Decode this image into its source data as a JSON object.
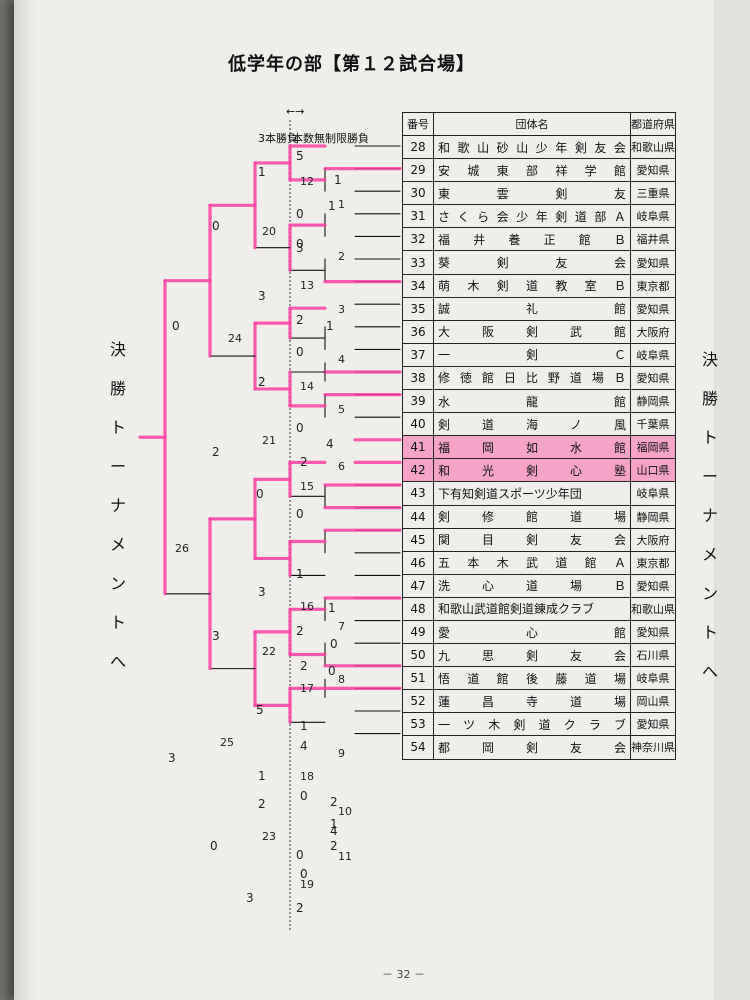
{
  "title": "低学年の部【第１２試合場】",
  "headers": {
    "three_bout": "3本勝負",
    "unlimited": "本数無制限勝負",
    "arrows": "←→"
  },
  "table_headers": {
    "num": "番号",
    "team": "団体名",
    "pref": "都道府県"
  },
  "teams": [
    {
      "num": "28",
      "name": "和 歌 山 砂 山 少 年 剣 友 会",
      "pref": "和歌山県",
      "hl": false
    },
    {
      "num": "29",
      "name": "安 城 東 部 祥 学 館",
      "pref": "愛知県",
      "hl": false
    },
    {
      "num": "30",
      "name": "東 雲 剣 友",
      "pref": "三重県",
      "hl": false
    },
    {
      "num": "31",
      "name": "さ く ら 会 少 年 剣 道 部 Ａ",
      "pref": "岐阜県",
      "hl": false
    },
    {
      "num": "32",
      "name": "福 井 養 正 館 Ｂ",
      "pref": "福井県",
      "hl": false
    },
    {
      "num": "33",
      "name": "葵 剣 友 会",
      "pref": "愛知県",
      "hl": false
    },
    {
      "num": "34",
      "name": "萌 木 剣 道 教 室 Ｂ",
      "pref": "東京都",
      "hl": false
    },
    {
      "num": "35",
      "name": "誠 礼 館",
      "pref": "愛知県",
      "hl": false
    },
    {
      "num": "36",
      "name": "大 阪 剣 武 館",
      "pref": "大阪府",
      "hl": false
    },
    {
      "num": "37",
      "name": "一 剣 Ｃ",
      "pref": "岐阜県",
      "hl": false
    },
    {
      "num": "38",
      "name": "修 徳 館 日 比 野 道 場 Ｂ",
      "pref": "愛知県",
      "hl": false
    },
    {
      "num": "39",
      "name": "水 龍 館",
      "pref": "静岡県",
      "hl": false
    },
    {
      "num": "40",
      "name": "剣 道 海 ノ 風",
      "pref": "千葉県",
      "hl": false
    },
    {
      "num": "41",
      "name": "福 岡 如 水 館",
      "pref": "福岡県",
      "hl": true
    },
    {
      "num": "42",
      "name": "和 光 剣 心 塾",
      "pref": "山口県",
      "hl": true
    },
    {
      "num": "43",
      "name": "下有知剣道スポーツ少年団",
      "pref": "岐阜県",
      "hl": false
    },
    {
      "num": "44",
      "name": "剣 修 館 道 場",
      "pref": "静岡県",
      "hl": false
    },
    {
      "num": "45",
      "name": "関 目 剣 友 会",
      "pref": "大阪府",
      "hl": false
    },
    {
      "num": "46",
      "name": "五 本 木 武 道 館 Ａ",
      "pref": "東京都",
      "hl": false
    },
    {
      "num": "47",
      "name": "洗 心 道 場 Ｂ",
      "pref": "愛知県",
      "hl": false
    },
    {
      "num": "48",
      "name": "和歌山武道館剣道錬成クラブ",
      "pref": "和歌山県",
      "hl": false
    },
    {
      "num": "49",
      "name": "愛 心 館",
      "pref": "愛知県",
      "hl": false
    },
    {
      "num": "50",
      "name": "九 思 剣 友 会",
      "pref": "石川県",
      "hl": false
    },
    {
      "num": "51",
      "name": "悟 道 館 後 藤 道 場",
      "pref": "岐阜県",
      "hl": false
    },
    {
      "num": "52",
      "name": "蓮 昌 寺 道 場",
      "pref": "岡山県",
      "hl": false
    },
    {
      "num": "53",
      "name": "一 ツ 木 剣 道 ク ラ ブ",
      "pref": "愛知県",
      "hl": false
    },
    {
      "num": "54",
      "name": "都 岡 剣 友 会",
      "pref": "神奈川県",
      "hl": false
    }
  ],
  "side_label": [
    "決",
    "勝",
    "ト",
    "ー",
    "ナ",
    "メ",
    "ン",
    "ト",
    "へ"
  ],
  "match_numbers": [
    "1",
    "2",
    "3",
    "4",
    "5",
    "6",
    "7",
    "8",
    "9",
    "10",
    "11",
    "12",
    "13",
    "14",
    "15",
    "16",
    "17",
    "18",
    "19",
    "20",
    "21",
    "22",
    "23",
    "24",
    "25",
    "26"
  ],
  "handwritten_scores": [
    "5",
    "1",
    "0",
    "1",
    "1",
    "0",
    "0",
    "3",
    "3",
    "2",
    "1",
    "0",
    "2",
    "0",
    "4",
    "2",
    "0",
    "0",
    "2",
    "0",
    "3",
    "1",
    "3",
    "1",
    "2",
    "0",
    "3",
    "2",
    "0",
    "5",
    "1",
    "4",
    "0",
    "1",
    "0",
    "2",
    "2",
    "0",
    "1",
    "4",
    "0",
    "3",
    "2",
    "2",
    "2",
    "3",
    "0",
    "0",
    "1",
    "3",
    "1",
    "0"
  ],
  "page_number": "－ 32 －",
  "colors": {
    "highlight": "#ff3ea5",
    "paper": "#efeeea",
    "ink": "#111111"
  }
}
